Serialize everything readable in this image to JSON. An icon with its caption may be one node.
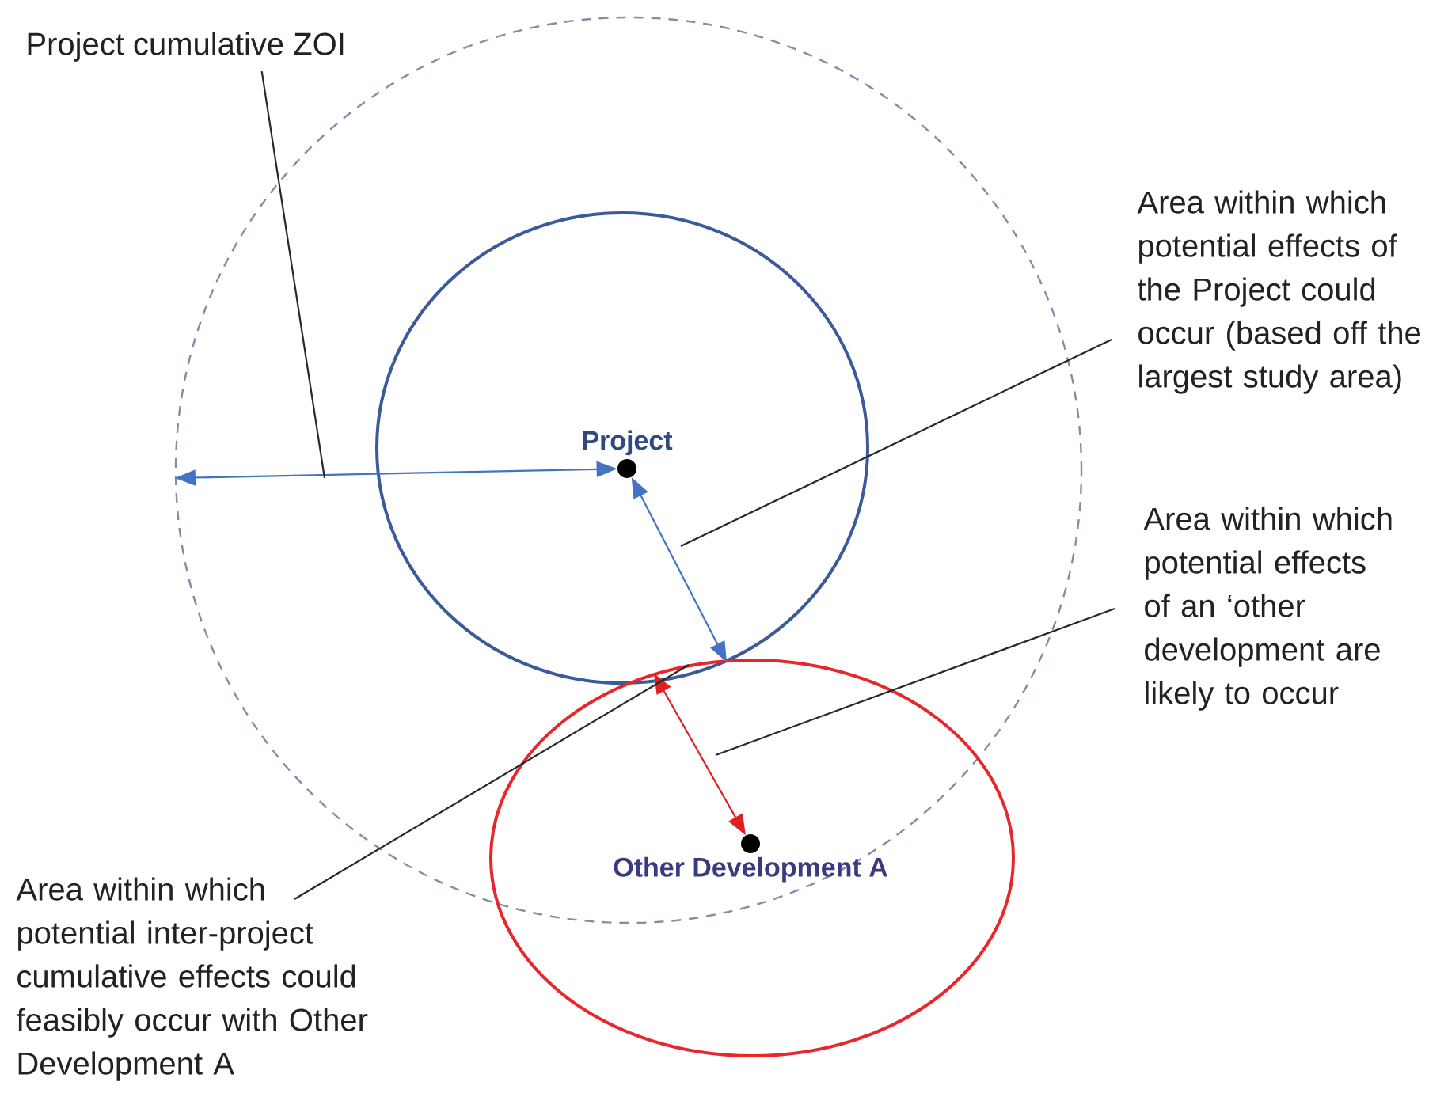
{
  "diagram": {
    "nodes": [
      {
        "text": [],
        "shape": "circle"
      },
      {
        "text": [],
        "shape": "circle",
        "in": 0
      },
      {
        "text": [
          "Project"
        ],
        "in": 1
      },
      {
        "text": [],
        "shape": "circle"
      },
      {
        "text": [
          "Other Development A"
        ]
      },
      {
        "text": [
          "Project cumulative ZOI"
        ]
      },
      {
        "text": [
          "Area within which potential effects of the Project could occur (based off the largest study area)"
        ]
      },
      {
        "text": [
          "Area within which potential effects of an ‘other development are likely to occur"
        ]
      },
      {
        "text": [
          "Area within which potential inter-project cumulative effects could feasibly occur with Other Development A"
        ]
      }
    ],
    "edges": [
      {
        "from": 0,
        "to": 2,
        "arrow": "both",
        "color": "#4472c4"
      },
      {
        "from": 2,
        "to": 1,
        "arrow": "both",
        "color": "#4472c4"
      },
      {
        "from": 3,
        "to": 4,
        "arrow": "both",
        "color": "#e02020"
      },
      {
        "from": 5,
        "to": null,
        "arrow": "none"
      },
      {
        "from": 6,
        "to": 1,
        "arrow": "none"
      },
      {
        "from": 7,
        "to": 3,
        "arrow": "none"
      },
      {
        "from": 8,
        "to": 3,
        "arrow": "none"
      }
    ]
  }
}
